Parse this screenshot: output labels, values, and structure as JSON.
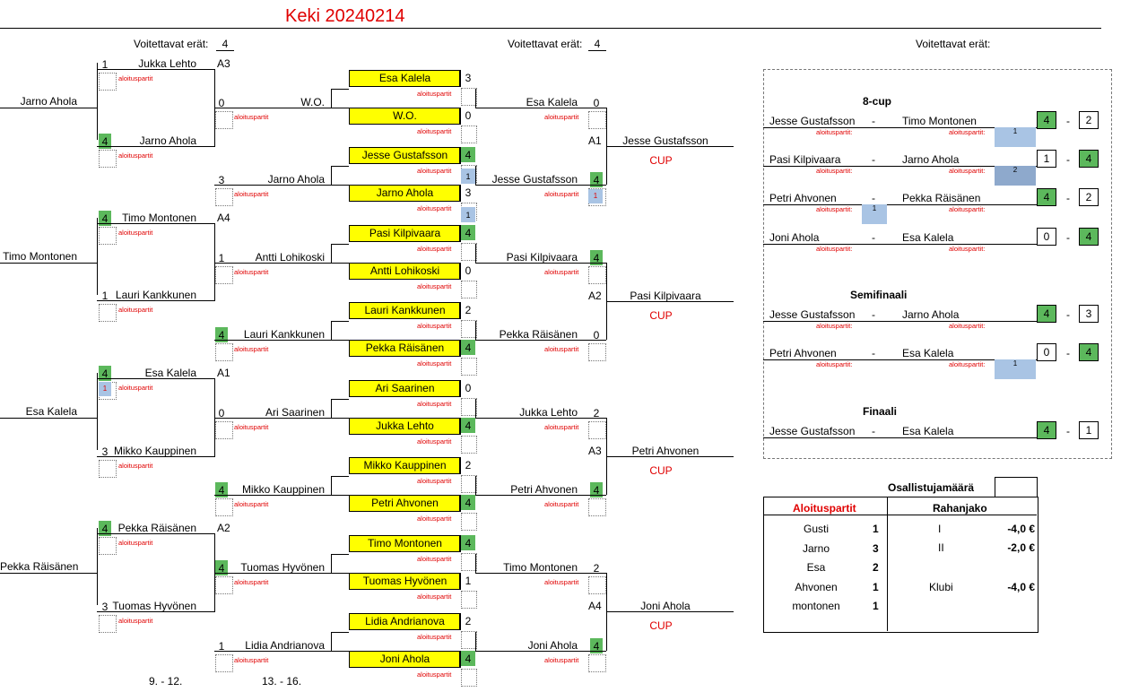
{
  "title": "Keki 20240214",
  "voitettavat_label": "Voitettavat erät:",
  "voitettavat_1": "4",
  "voitettavat_2": "4",
  "aloitus": "aloituspartit",
  "aloitus_colon": "aloituspartit:",
  "cup": "CUP",
  "round_labels": {
    "r1": "9. - 12.",
    "r2": "13. - 16."
  },
  "col0": [
    "Jarno Ahola",
    "Timo Montonen",
    "Esa Kalela",
    "Pekka Räisänen"
  ],
  "col1": [
    {
      "name": "Jukka Lehto",
      "score": "1",
      "seed": "A3"
    },
    {
      "name": "Jarno Ahola",
      "score": "4",
      "seed": ""
    },
    {
      "name": "Timo Montonen",
      "score": "4",
      "seed": "A4"
    },
    {
      "name": "Lauri Kankkunen",
      "score": "1",
      "seed": ""
    },
    {
      "name": "Esa Kalela",
      "score": "4",
      "seed": "A1"
    },
    {
      "name": "Mikko Kauppinen",
      "score": "3",
      "seed": ""
    },
    {
      "name": "Pekka Räisänen",
      "score": "4",
      "seed": "A2"
    },
    {
      "name": "Tuomas Hyvönen",
      "score": "3",
      "seed": ""
    }
  ],
  "col1_extra": "1",
  "col2": [
    {
      "name": "W.O.",
      "score": "0"
    },
    {
      "name": "Jarno Ahola",
      "score": "3"
    },
    {
      "name": "Antti Lohikoski",
      "score": "1"
    },
    {
      "name": "Lauri Kankkunen",
      "score": "4"
    },
    {
      "name": "Ari Saarinen",
      "score": "0"
    },
    {
      "name": "Mikko Kauppinen",
      "score": "4"
    },
    {
      "name": "Tuomas Hyvönen",
      "score": "4"
    },
    {
      "name": "Lidia Andrianova",
      "score": "1"
    }
  ],
  "yellow": [
    {
      "name": "Esa Kalela",
      "score": "3"
    },
    {
      "name": "W.O.",
      "score": "0"
    },
    {
      "name": "Jesse Gustafsson",
      "score": "4"
    },
    {
      "name": "Jarno Ahola",
      "score": "3"
    },
    {
      "name": "Pasi Kilpivaara",
      "score": "4"
    },
    {
      "name": "Antti Lohikoski",
      "score": "0"
    },
    {
      "name": "Lauri Kankkunen",
      "score": "2"
    },
    {
      "name": "Pekka Räisänen",
      "score": "4"
    },
    {
      "name": "Ari Saarinen",
      "score": "0"
    },
    {
      "name": "Jukka Lehto",
      "score": "4"
    },
    {
      "name": "Mikko Kauppinen",
      "score": "2"
    },
    {
      "name": "Petri Ahvonen",
      "score": "4"
    },
    {
      "name": "Timo Montonen",
      "score": "4"
    },
    {
      "name": "Tuomas Hyvönen",
      "score": "1"
    },
    {
      "name": "Lidia Andrianova",
      "score": "2"
    },
    {
      "name": "Joni Ahola",
      "score": "4"
    }
  ],
  "yellow_extra": [
    "1",
    "1"
  ],
  "col4": [
    {
      "name": "Esa Kalela",
      "score": "0"
    },
    {
      "name": "Jesse Gustafsson",
      "score": "4",
      "extra": "1"
    },
    {
      "name": "Pasi Kilpivaara",
      "score": "4"
    },
    {
      "name": "Pekka Räisänen",
      "score": "0"
    },
    {
      "name": "Jukka Lehto",
      "score": "2"
    },
    {
      "name": "Petri Ahvonen",
      "score": "4"
    },
    {
      "name": "Timo Montonen",
      "score": "2"
    },
    {
      "name": "Joni Ahola",
      "score": "4"
    }
  ],
  "col5": [
    {
      "seed": "A1",
      "name": "Jesse Gustafsson"
    },
    {
      "seed": "A2",
      "name": "Pasi Kilpivaara"
    },
    {
      "seed": "A3",
      "name": "Petri Ahvonen"
    },
    {
      "seed": "A4",
      "name": "Joni Ahola"
    }
  ],
  "cup8": {
    "heading": "8-cup",
    "matches": [
      {
        "p1": "Jesse Gustafsson",
        "p2": "Timo Montonen",
        "s1": "4",
        "s2": "2",
        "mark": "1"
      },
      {
        "p1": "Pasi Kilpivaara",
        "p2": "Jarno Ahola",
        "s1": "1",
        "s2": "4",
        "mark": "2"
      },
      {
        "p1": "Petri Ahvonen",
        "p2": "Pekka Räisänen",
        "s1": "4",
        "s2": "2",
        "mark": "1"
      },
      {
        "p1": "Joni Ahola",
        "p2": "Esa Kalela",
        "s1": "0",
        "s2": "4",
        "mark": ""
      }
    ]
  },
  "semi": {
    "heading": "Semifinaali",
    "matches": [
      {
        "p1": "Jesse Gustafsson",
        "p2": "Jarno Ahola",
        "s1": "4",
        "s2": "3",
        "mark": ""
      },
      {
        "p1": "Petri Ahvonen",
        "p2": "Esa Kalela",
        "s1": "0",
        "s2": "4",
        "mark": "1"
      }
    ]
  },
  "final": {
    "heading": "Finaali",
    "match": {
      "p1": "Jesse Gustafsson",
      "p2": "Esa Kalela",
      "s1": "4",
      "s2": "1"
    }
  },
  "dash": "-",
  "summary": {
    "osallistuja": "Osallistujamäärä",
    "aloitus_head": "Aloituspartit",
    "rahanjako": "Rahanjako",
    "players": [
      {
        "name": "Gusti",
        "count": "1"
      },
      {
        "name": "Jarno",
        "count": "3"
      },
      {
        "name": "Esa",
        "count": "2"
      },
      {
        "name": "Ahvonen",
        "count": "1"
      },
      {
        "name": "montonen",
        "count": "1"
      }
    ],
    "money": [
      {
        "label": "I",
        "value": "-4,0 €"
      },
      {
        "label": "II",
        "value": "-2,0 €"
      },
      {
        "label": "Klubi",
        "value": "-4,0 €"
      }
    ]
  },
  "colors": {
    "title": "#e00000",
    "green": "#5cb85c",
    "yellow": "#ffff00",
    "lightblue": "#a9c4e4"
  }
}
